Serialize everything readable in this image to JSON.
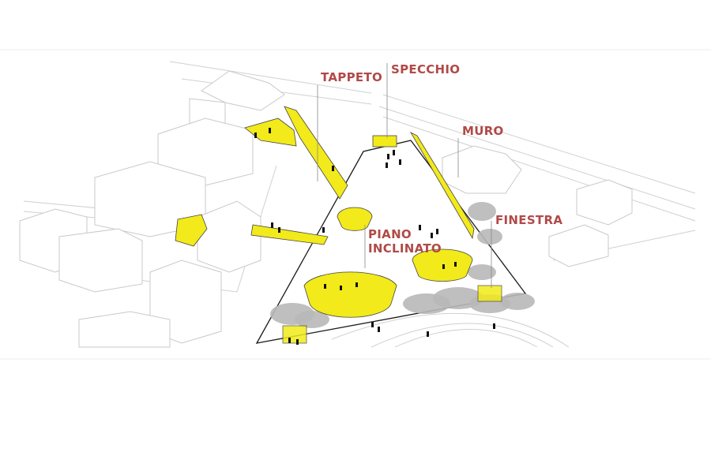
{
  "labels": {
    "tappeto": "TAPPETO",
    "specchio": "SPECCHIO",
    "muro": "MURO",
    "finestra": "FINESTRA",
    "piano": "PIANO",
    "inclinato": "INCLINATO"
  },
  "colors": {
    "label": "#b04a48",
    "highlight": "#f2ea1a",
    "buildings": "#c9c9c9",
    "trees": "#b8b8b8"
  }
}
